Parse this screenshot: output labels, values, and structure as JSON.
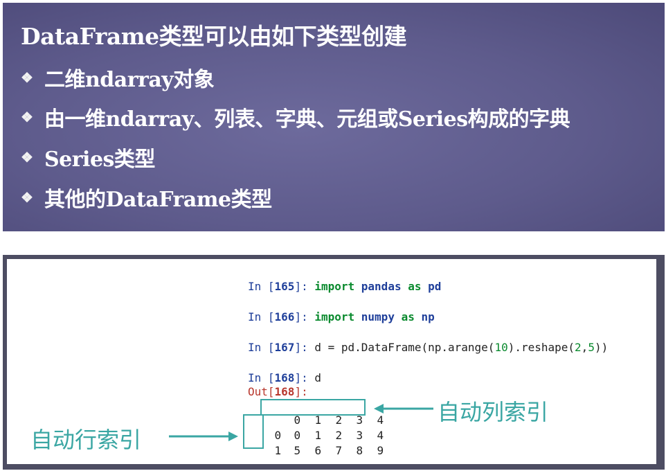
{
  "slide": {
    "title": "DataFrame类型可以由如下类型创建",
    "bullet_mark": "❖",
    "bullets": [
      "二维ndarray对象",
      "由一维ndarray、列表、字典、元组或Series构成的字典",
      "Series类型",
      "其他的DataFrame类型"
    ]
  },
  "notebook": {
    "cells": [
      {
        "prompt": "In [",
        "num": "165",
        "suffix": "]: ",
        "kw1": "import",
        "mod": "pandas",
        "kw2": "as",
        "alias": "pd"
      },
      {
        "prompt": "In [",
        "num": "166",
        "suffix": "]: ",
        "kw1": "import",
        "mod": "numpy",
        "kw2": "as",
        "alias": "np"
      },
      {
        "prompt": "In [",
        "num": "167",
        "suffix": "]: ",
        "code_a": "d = pd.DataFrame(np.arange(",
        "n1": "10",
        "code_b": ").reshape(",
        "n2": "2",
        "comma": ",",
        "n3": "5",
        "code_c": "))"
      },
      {
        "prompt": "In [",
        "num": "168",
        "suffix": "]: ",
        "code": "d"
      }
    ],
    "out": {
      "prompt": "Out[",
      "num": "168",
      "suffix": "]:"
    },
    "dataframe": {
      "columns": [
        "0",
        "1",
        "2",
        "3",
        "4"
      ],
      "index": [
        "0",
        "1"
      ],
      "rows": [
        [
          "0",
          "1",
          "2",
          "3",
          "4"
        ],
        [
          "5",
          "6",
          "7",
          "8",
          "9"
        ]
      ]
    }
  },
  "annotations": {
    "col_index": "自动列索引",
    "row_index": "自动行索引",
    "color": "#3aa6a3"
  }
}
